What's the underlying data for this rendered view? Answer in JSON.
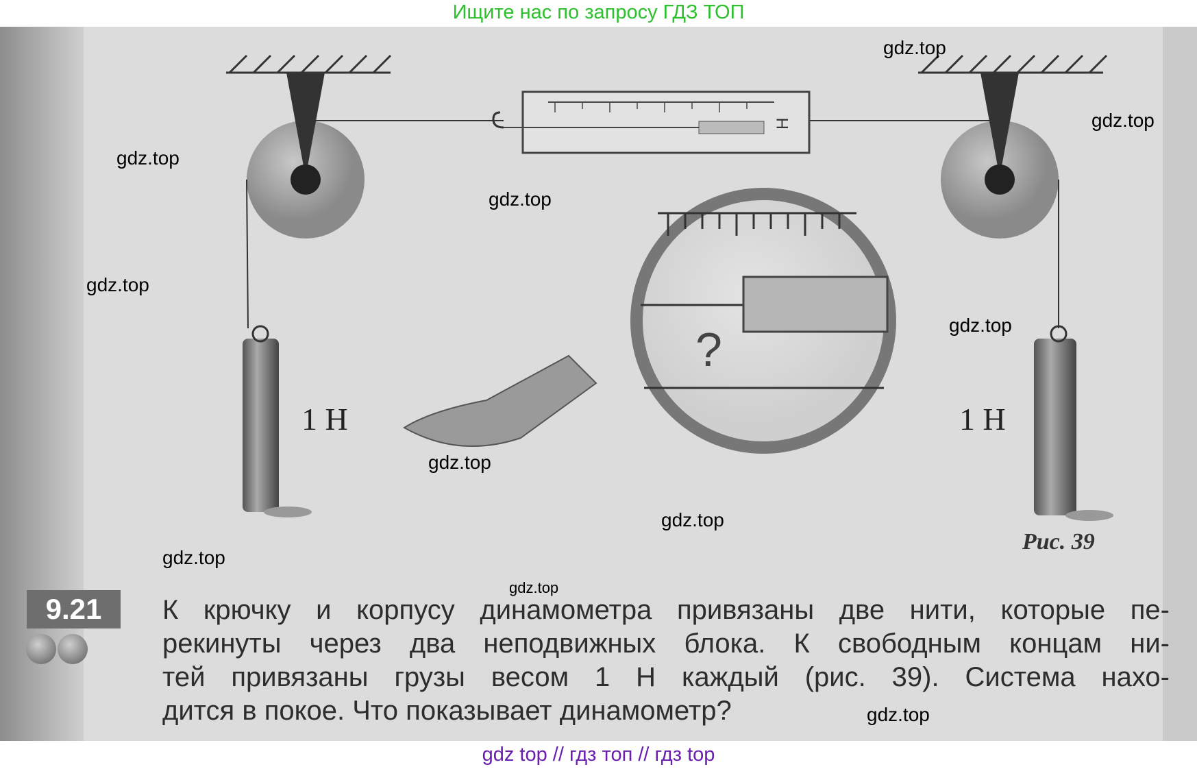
{
  "banner_top": "Ищите нас по запросу ГДЗ ТОП",
  "banner_bottom": "gdz top  //  гдз топ  //  гдз top",
  "watermark": "gdz.top",
  "figure": {
    "weight_left": "1 Н",
    "weight_right": "1 Н",
    "question_mark": "?",
    "scale_unit": "Н",
    "caption": "Рис. 39"
  },
  "task": {
    "number": "9.21",
    "difficulty_dots": 2,
    "lines": [
      "К крючку и корпусу динамометра привязаны две нити, которые пе-",
      "рекинуты через два неподвижных блока. К свободным концам ни-",
      "тей привязаны грузы весом 1 Н каждый (рис. 39). Система нахо-",
      "дится в покое. Что показывает динамометр?"
    ]
  }
}
